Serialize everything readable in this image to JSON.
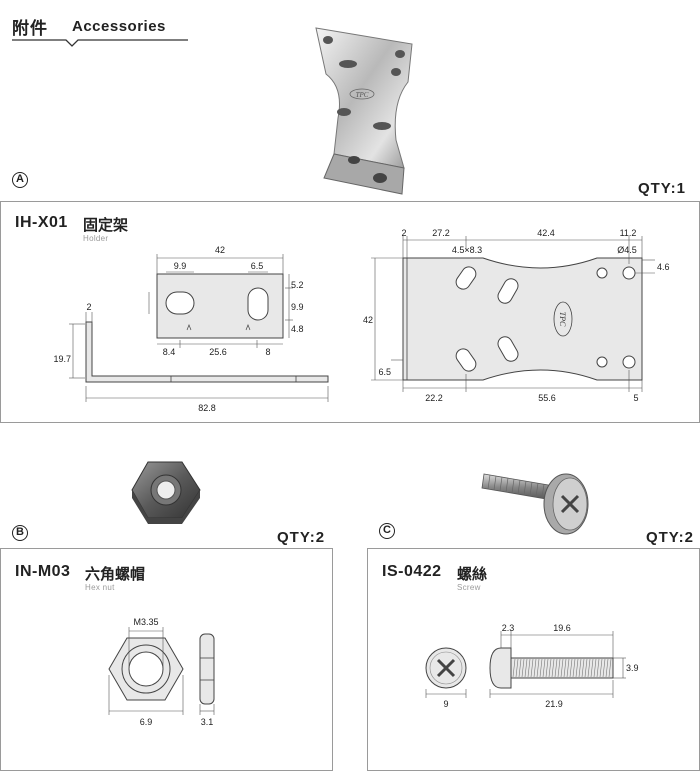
{
  "header": {
    "title_zh": "附件",
    "title_en": "Accessories"
  },
  "sections": {
    "a": {
      "marker": "A",
      "qty": "QTY:1",
      "code": "IH-X01",
      "name_zh": "固定架",
      "name_en": "Holder",
      "logo": "TPC",
      "side_dims": {
        "thickness": "2",
        "height": "19.7",
        "length": "82.8"
      },
      "top_dims": {
        "width": "42",
        "slot_a": "9.9",
        "slot_b": "6.5",
        "h1": "5.2",
        "h2": "9.9",
        "h3": "4.8",
        "d1": "8.4",
        "d2": "25.6",
        "d3": "8"
      },
      "plan_dims": {
        "t": "2",
        "d1": "27.2",
        "d2": "42.4",
        "d3": "11.2",
        "slot": "4.5×8.3",
        "hole": "Ø4.5",
        "edge": "4.6",
        "height": "42",
        "margin": "6.5",
        "b1": "22.2",
        "b2": "55.6",
        "b3": "5"
      }
    },
    "b": {
      "marker": "B",
      "qty": "QTY:2",
      "code": "IN-M03",
      "name_zh": "六角螺帽",
      "name_en": "Hex nut",
      "dims": {
        "thread": "M3.35",
        "width": "6.9",
        "thickness": "3.1"
      }
    },
    "c": {
      "marker": "C",
      "qty": "QTY:2",
      "code": "IS-0422",
      "name_zh": "螺絲",
      "name_en": "Screw",
      "dims": {
        "head": "2.3",
        "shank": "19.6",
        "dia": "3.9",
        "head_dia": "9",
        "total": "21.9"
      }
    }
  }
}
